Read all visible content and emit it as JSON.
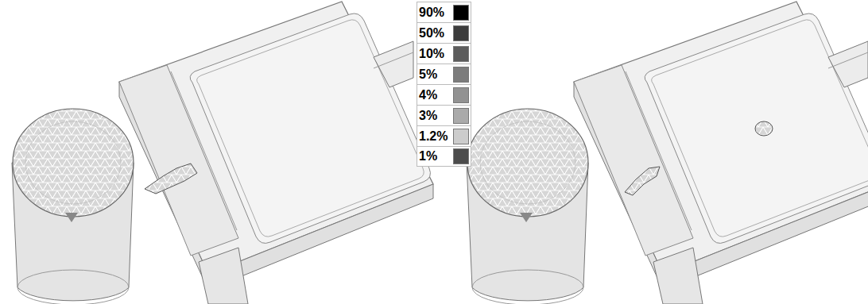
{
  "diagram": {
    "legend": [
      {
        "text": "90%",
        "color": "#000000"
      },
      {
        "text": "50%",
        "color": "#3c3c3c"
      },
      {
        "text": "10%",
        "color": "#5c5c5c"
      },
      {
        "text": "5%",
        "color": "#7c7c7c"
      },
      {
        "text": "4%",
        "color": "#929292"
      },
      {
        "text": "3%",
        "color": "#aaaaaa"
      },
      {
        "text": "1.2%",
        "color": "#cccccc"
      },
      {
        "text": "1%",
        "color": "#4c4c4c"
      }
    ]
  }
}
